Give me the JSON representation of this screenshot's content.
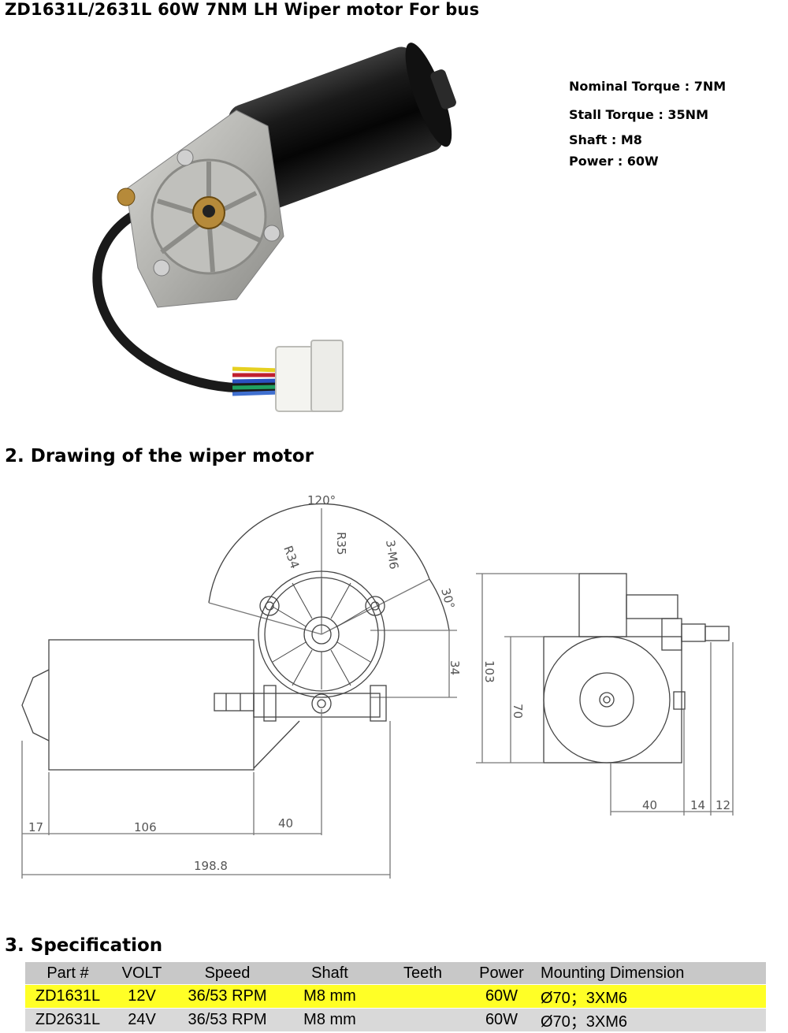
{
  "title": "ZD1631L/2631L  60W 7NM LH Wiper motor For bus",
  "specs": {
    "nominal_torque": "Nominal Torque : 7NM",
    "stall_torque": "Stall Torque : 35NM",
    "shaft": "Shaft : M8",
    "power": "Power : 60W"
  },
  "section2": {
    "heading": "2. Drawing of the wiper motor"
  },
  "drawing": {
    "angle_120": "120°",
    "angle_30": "30°",
    "r35": "R35",
    "r34": "R34",
    "m6": "3-M6",
    "d34": "34",
    "d103": "103",
    "d70": "70",
    "d17": "17",
    "d106": "106",
    "d40a": "40",
    "d198": "198.8",
    "d40b": "40",
    "d14": "14",
    "d12": "12"
  },
  "section3": {
    "heading": "3. Specification"
  },
  "table": {
    "headers": [
      "Part #",
      "VOLT",
      "Speed",
      "Shaft",
      "Teeth",
      "Power",
      "Mounting Dimension"
    ],
    "rows": [
      {
        "part": "ZD1631L",
        "volt": "12V",
        "speed": "36/53 RPM",
        "shaft": "M8 mm",
        "teeth": "",
        "power": "60W",
        "mount": "Ø70；3XM6",
        "highlight": true
      },
      {
        "part": "ZD2631L",
        "volt": "24V",
        "speed": "36/53 RPM",
        "shaft": "M8 mm",
        "teeth": "",
        "power": "60W",
        "mount": "Ø70；3XM6",
        "highlight": false
      }
    ]
  },
  "colors": {
    "highlight": "#ffff26",
    "header_bg": "#c8c8c8",
    "row_bg": "#d9d9d9"
  }
}
